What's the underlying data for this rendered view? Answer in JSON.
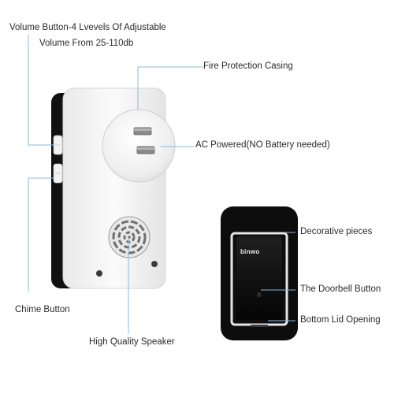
{
  "labels": {
    "volume_line1": "Volume Button-4 Lvevels Of Adjustable",
    "volume_line2": "Volume From 25-110db",
    "fire_protection": "Fire Protection Casing",
    "ac_powered": "AC Powered(NO Battery needed)",
    "chime_button": "Chime Button",
    "speaker": "High Quality Speaker",
    "decorative": "Decorative pieces",
    "doorbell_button": "The Doorbell Button",
    "bottom_lid": "Bottom Lid Opening"
  },
  "brand": {
    "logo_text": "binwo"
  },
  "colors": {
    "leader_line": "#8fb8d8",
    "receiver_body": "#f4f4f4",
    "receiver_back": "#111111",
    "transmitter_body": "#0d0d0d",
    "trim": "#e6e6e6"
  }
}
